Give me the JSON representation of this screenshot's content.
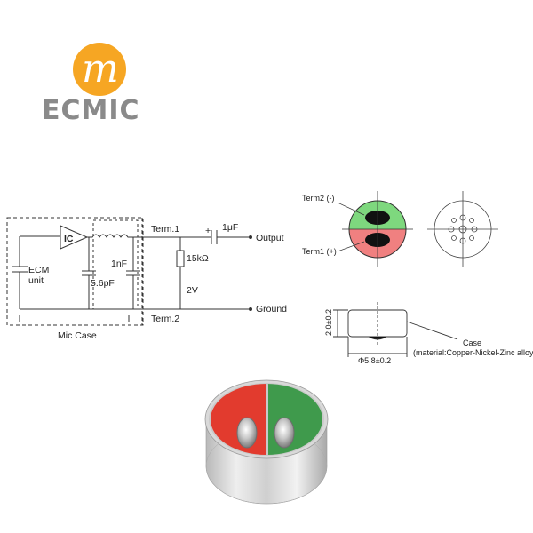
{
  "logo": {
    "letter": "m",
    "wordmark": "ECMIC",
    "orange": "#f6a623"
  },
  "circuit": {
    "ic": "IC",
    "ecm_unit_line1": "ECM",
    "ecm_unit_line2": "unit",
    "cap1": "5.6pF",
    "cap2": "1nF",
    "term1": "Term.1",
    "term2": "Term.2",
    "cap_out": "1μF",
    "plus": "+",
    "resistor": "15kΩ",
    "voltage": "2V",
    "output": "Output",
    "ground": "Ground",
    "case": "Mic Case"
  },
  "top_view": {
    "term2": "Term2 (-)",
    "term1": "Term1 (+)",
    "green": "#7ed87e",
    "red": "#f08080"
  },
  "side_view": {
    "height": "2.0±0.2",
    "diameter": "Φ5.8±0.2",
    "case_label": "Case",
    "material": "(material:Copper-Nickel-Zinc alloy)"
  }
}
